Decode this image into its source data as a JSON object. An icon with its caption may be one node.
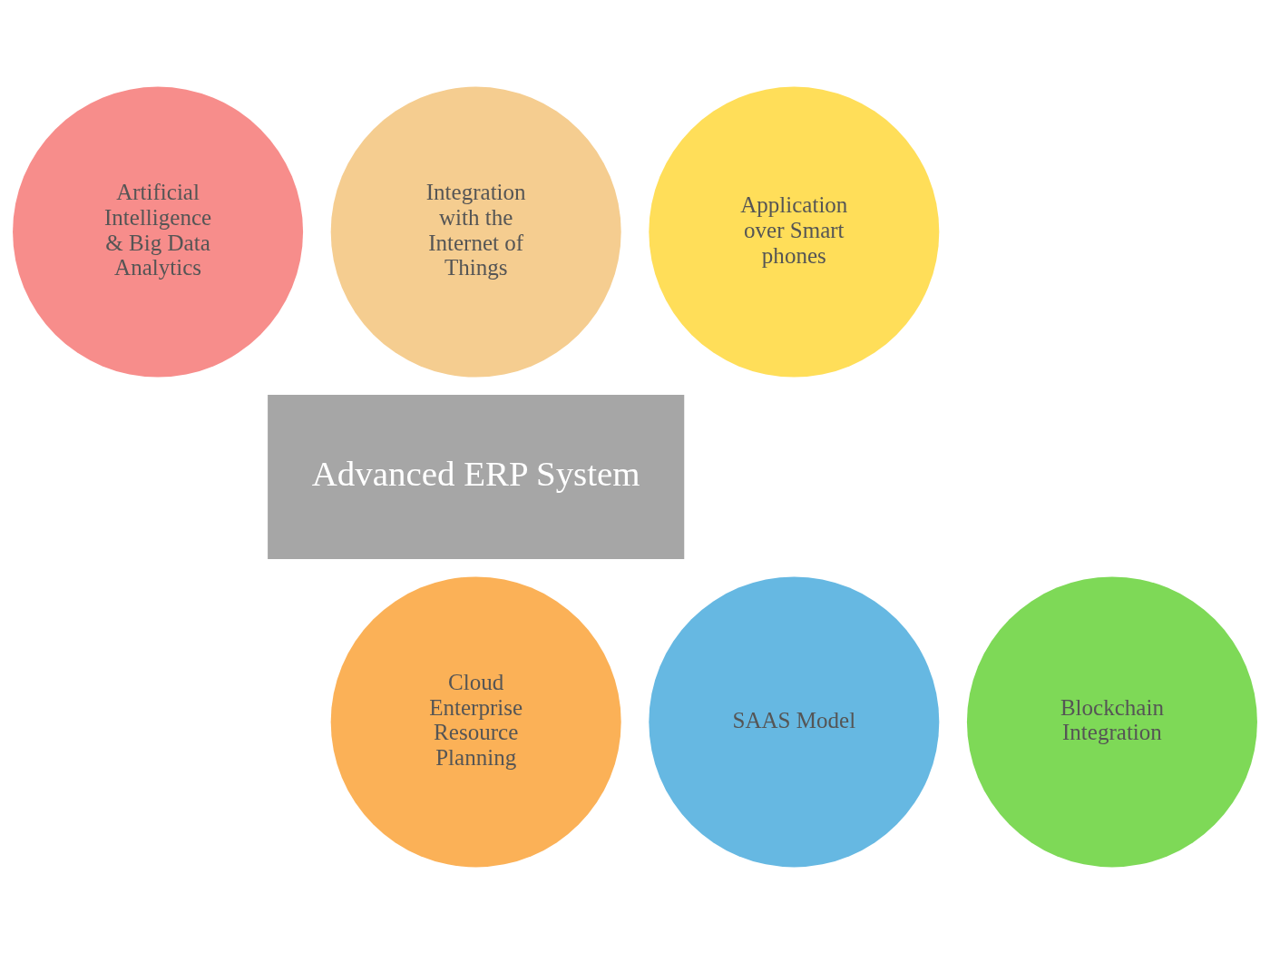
{
  "diagram": {
    "nodes": [
      {
        "text": [
          "Artificial Intelligence & Big Data Analytics"
        ]
      },
      {
        "text": [
          "Integration with the Internet of Things"
        ]
      },
      {
        "text": [
          "Application over Smart phones"
        ]
      },
      {
        "text": [
          "Advanced ERP System"
        ]
      },
      {
        "text": [
          "SAAS Model"
        ]
      },
      {
        "text": [
          "Cloud Enterprise Resource Planning"
        ]
      },
      {
        "text": [
          "Blockchain Integration"
        ]
      }
    ]
  }
}
